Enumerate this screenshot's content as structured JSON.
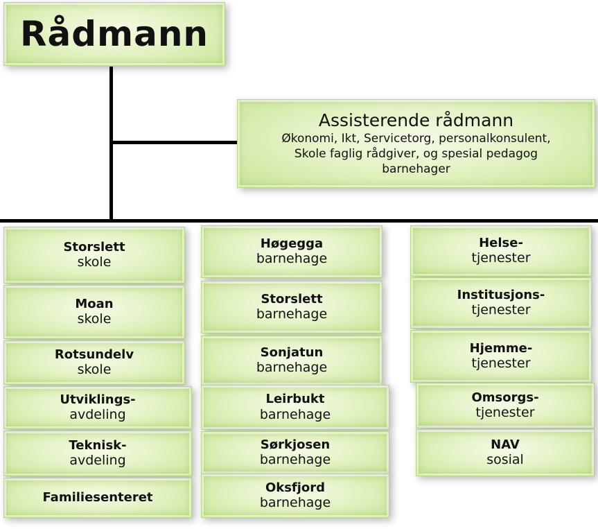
{
  "top": {
    "title": "Rådmann"
  },
  "assistant": {
    "title": "Assisterende rådmann",
    "lines": [
      "Økonomi, Ikt, Servicetorg, personalkonsulent,",
      "Skole faglig rådgiver, og spesial pedagog",
      "barnehager"
    ]
  },
  "columns": [
    {
      "units": [
        {
          "l1": "Storslett",
          "l2": "skole"
        },
        {
          "l1": "Moan",
          "l2": "skole"
        },
        {
          "l1": "Rotsundelv",
          "l2": "skole"
        },
        {
          "l1": "Utviklings-",
          "l2": "avdeling"
        },
        {
          "l1": "Teknisk-",
          "l2": "avdeling"
        },
        {
          "l1": "Familiesenteret",
          "l2": ""
        }
      ]
    },
    {
      "units": [
        {
          "l1": "Høgegga",
          "l2": "barnehage"
        },
        {
          "l1": "Storslett",
          "l2": "barnehage"
        },
        {
          "l1": "Sonjatun",
          "l2": "barnehage"
        },
        {
          "l1": "Leirbukt",
          "l2": "barnehage"
        },
        {
          "l1": "Sørkjosen",
          "l2": "barnehage"
        },
        {
          "l1": "Oksfjord",
          "l2": "barnehage"
        }
      ]
    },
    {
      "units": [
        {
          "l1": "Helse-",
          "l2": "tjenester"
        },
        {
          "l1": "Institusjons-",
          "l2": "tjenester"
        },
        {
          "l1": "Hjemme-",
          "l2": "tjenester"
        },
        {
          "l1": "Omsorgs-",
          "l2": "tjenester"
        },
        {
          "l1": "NAV",
          "l2": "sosial"
        }
      ]
    }
  ]
}
